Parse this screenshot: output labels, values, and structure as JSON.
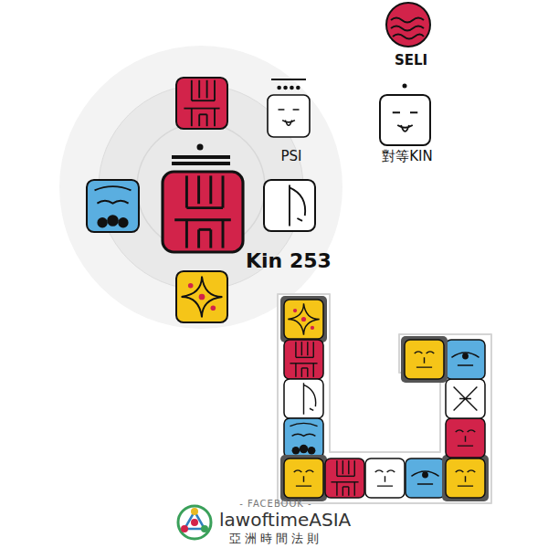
{
  "diagram": {
    "nodes": [
      {
        "text": [
          "SELI"
        ]
      },
      {
        "text": [
          "PSI"
        ]
      },
      {
        "text": [
          "對等KIN"
        ]
      },
      {
        "text": [
          "Kin 253"
        ]
      }
    ],
    "labels": [
      "- FACEBOOK -",
      "lawoftimeASIA",
      "亞洲時間法則"
    ]
  }
}
